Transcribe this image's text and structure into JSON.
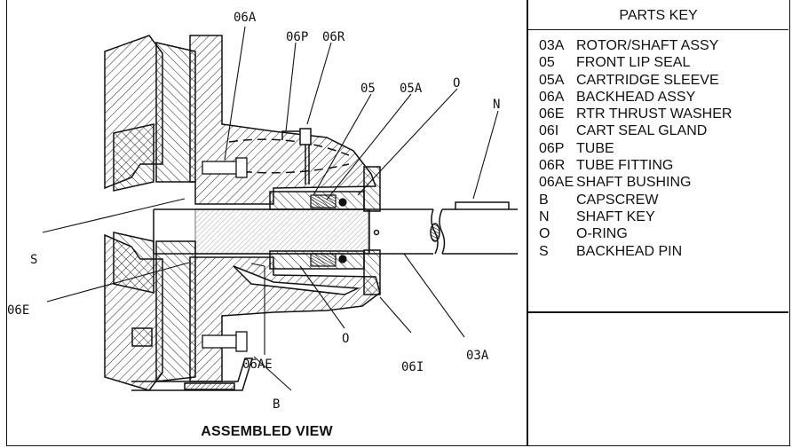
{
  "view": {
    "title": "ASSEMBLED VIEW",
    "callouts": {
      "a06A_top": "06A",
      "a06P": "06P",
      "a06R": "06R",
      "a05": "05",
      "a05A": "05A",
      "aO_top": "O",
      "aN": "N",
      "aS": "S",
      "a06E": "06E",
      "a06AE": "06AE",
      "aO_bottom": "O",
      "a06I": "06I",
      "a03A": "03A",
      "aB": "B"
    }
  },
  "parts_key": {
    "header": "PARTS KEY",
    "items": [
      {
        "code": "03A",
        "desc": "ROTOR/SHAFT ASSY"
      },
      {
        "code": "05",
        "desc": "FRONT LIP SEAL"
      },
      {
        "code": "05A",
        "desc": "CARTRIDGE SLEEVE"
      },
      {
        "code": "06A",
        "desc": "BACKHEAD ASSY"
      },
      {
        "code": "06E",
        "desc": "RTR THRUST WASHER"
      },
      {
        "code": "06I",
        "desc": "CART SEAL GLAND"
      },
      {
        "code": "06P",
        "desc": "TUBE"
      },
      {
        "code": "06R",
        "desc": "TUBE FITTING"
      },
      {
        "code": "06AE",
        "desc": "SHAFT BUSHING"
      },
      {
        "code": "B",
        "desc": "CAPSCREW"
      },
      {
        "code": "N",
        "desc": "SHAFT KEY"
      },
      {
        "code": "O",
        "desc": "O-RING"
      },
      {
        "code": "S",
        "desc": "BACKHEAD PIN"
      }
    ]
  }
}
